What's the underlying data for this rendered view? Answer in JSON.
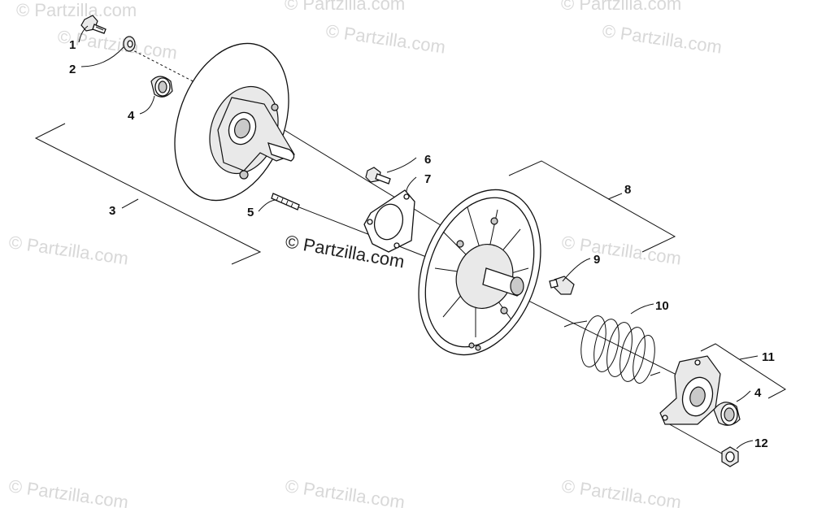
{
  "watermark_main": "© Partzilla.com",
  "watermark_faint": "© Partzilla.com",
  "callouts": {
    "c1": "1",
    "c2": "2",
    "c3": "3",
    "c4a": "4",
    "c5": "5",
    "c6": "6",
    "c7": "7",
    "c8": "8",
    "c9": "9",
    "c10": "10",
    "c11": "11",
    "c4b": "4",
    "c12": "12"
  },
  "colors": {
    "line": "#111111",
    "watermark": "#d8d8d8",
    "background": "#ffffff"
  }
}
